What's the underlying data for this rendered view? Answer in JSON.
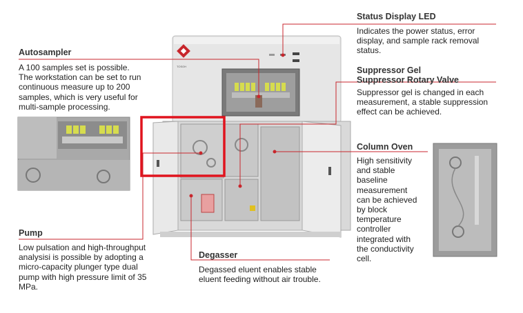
{
  "callouts": {
    "status_led": {
      "title": "Status Display LED",
      "lines": [
        "Indicates the power status, error",
        "display, and sample rack removal",
        "status."
      ]
    },
    "autosampler": {
      "title": "Autosampler",
      "lines": [
        "A 100 samples set is possible.",
        "The workstation can be set to run",
        "continuous measure up to 200",
        "samples, which is very useful for",
        "multi-sample processing."
      ]
    },
    "suppressor": {
      "title_line1": "Suppressor Gel",
      "title_line2": "Suppressor Rotary Valve",
      "lines": [
        "Suppressor gel is changed in each",
        "measurement, a stable suppression",
        "effect can be achieved."
      ]
    },
    "column_oven": {
      "title": "Column Oven",
      "lines": [
        "High sensitivity",
        "and stable",
        "baseline",
        "measurement",
        "can be achieved",
        "by block",
        "temperature",
        "controller",
        "integrated with",
        "the conductivity",
        "cell."
      ]
    },
    "pump": {
      "title": "Pump",
      "lines": [
        "Low pulsation and high-throughput",
        "analysisi is possible by adopting a",
        "micro-capacity plunger type dual",
        "pump with high pressure limit of 35",
        "MPa."
      ]
    },
    "degasser": {
      "title": "Degasser",
      "lines": [
        "Degassed eluent enables stable",
        "eluent feeding without air trouble."
      ]
    }
  },
  "logo_text": "TOSOH",
  "colors": {
    "leader": "#c8262c",
    "highlight": "#e0141e",
    "cabinet": "#e8e8e8"
  }
}
